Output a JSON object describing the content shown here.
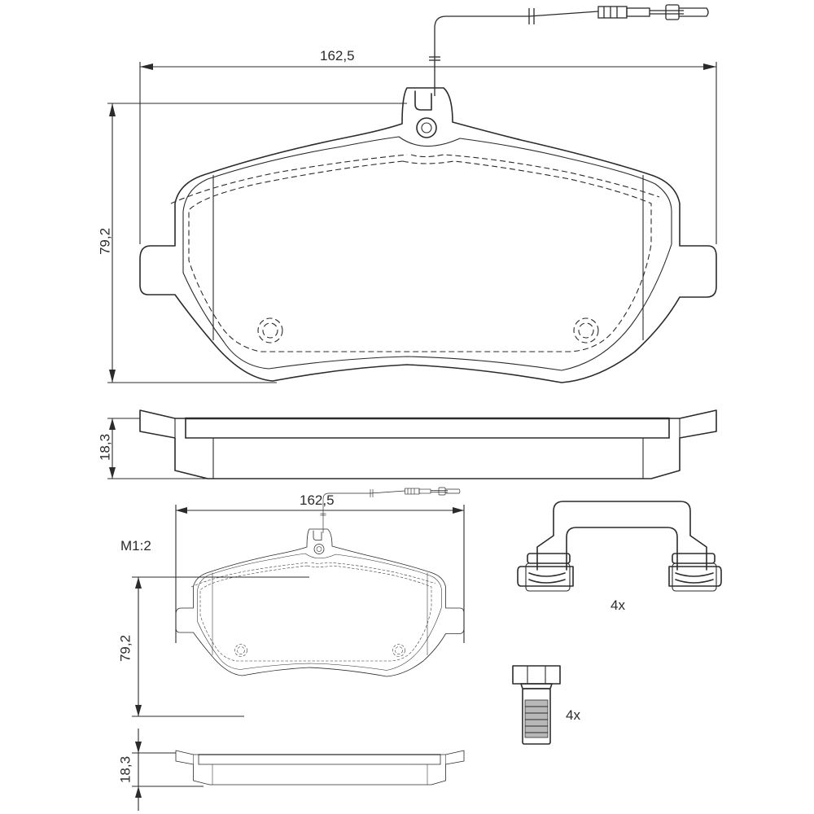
{
  "main_view": {
    "width_label": "162,5",
    "height_label": "79,2",
    "thickness_label": "18,3"
  },
  "scaled_view": {
    "scale_label": "M1:2",
    "width_label": "162,5",
    "height_label": "79,2",
    "thickness_label": "18,3"
  },
  "accessories": {
    "clip_quantity": "4x",
    "bolt_quantity": "4x"
  }
}
